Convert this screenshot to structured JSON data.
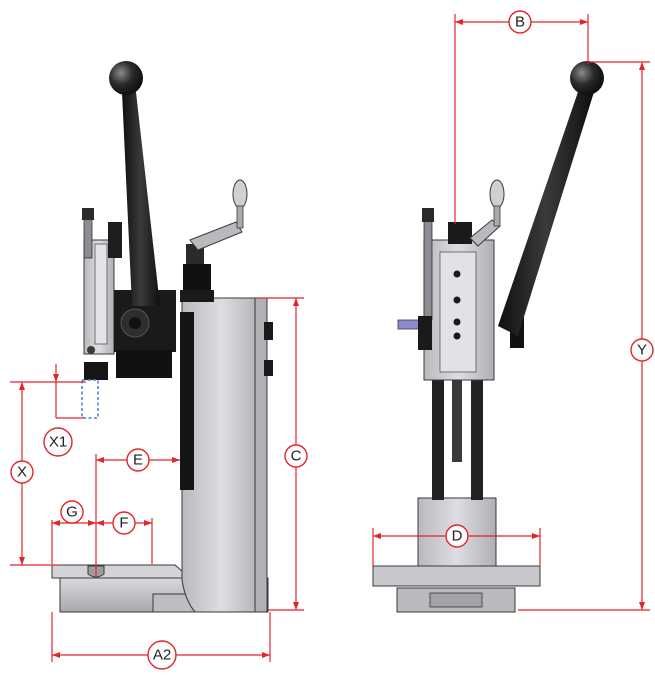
{
  "dimensions": {
    "A2": "A2",
    "B": "B",
    "C": "C",
    "D": "D",
    "E": "E",
    "F": "F",
    "G": "G",
    "X": "X",
    "X1": "X1",
    "Y": "Y"
  },
  "colors": {
    "dimension_line": "#e3242b",
    "body_metal": "#c9c9cd",
    "body_metal_dark": "#a8a8ae",
    "black_part": "#1c1c1c",
    "outline": "#3a3a3a",
    "hidden_line": "#3f7fe0",
    "label_fill": "#ffffff"
  }
}
